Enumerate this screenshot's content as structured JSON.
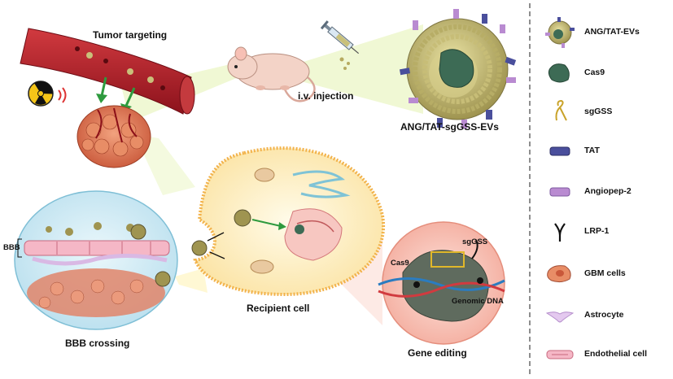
{
  "diagram": {
    "labels": {
      "tumor_targeting": "Tumor targeting",
      "iv_injection": "i.v. injection",
      "product": "ANG/TAT-sgGSS-EVs",
      "bbb": "BBB",
      "bbb_crossing": "BBB crossing",
      "recipient_cell": "Recipient cell",
      "gene_editing": "Gene editing",
      "sggss": "sgGSS",
      "cas9": "Cas9",
      "genomic_dna": "Genomic DNA"
    }
  },
  "legend": {
    "items": [
      {
        "label": "ANG/TAT-EVs",
        "icon": "ev-particle-icon"
      },
      {
        "label": "Cas9",
        "icon": "cas9-protein-icon"
      },
      {
        "label": "sgGSS",
        "icon": "sgrna-icon"
      },
      {
        "label": "TAT",
        "icon": "tat-peptide-icon"
      },
      {
        "label": "Angiopep-2",
        "icon": "angiopep-icon"
      },
      {
        "label": "LRP-1",
        "icon": "lrp1-receptor-icon"
      },
      {
        "label": "GBM cells",
        "icon": "gbm-cell-icon"
      },
      {
        "label": "Astrocyte",
        "icon": "astrocyte-icon"
      },
      {
        "label": "Endothelial cell",
        "icon": "endothelial-cell-icon"
      }
    ]
  },
  "colors": {
    "vessel": "#b3202a",
    "tumor": "#e07a55",
    "cell_fill": "#fdf0c8",
    "cell_membrane": "#f2b24a",
    "ev_shell": "#c9c07a",
    "tat": "#4a4f9c",
    "angiopep": "#b98bd1",
    "cas9": "#3d6b55",
    "bbb_bubble": "#cfeaf3",
    "gene_bubble": "#f6c1b6"
  }
}
